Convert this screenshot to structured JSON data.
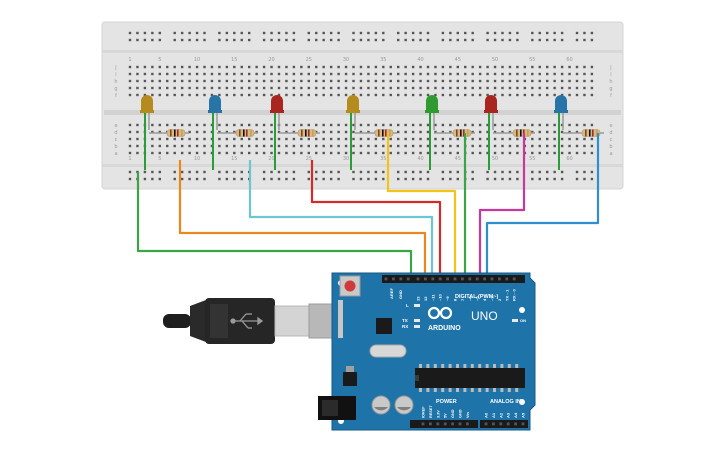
{
  "breadboard": {
    "column_numbers": [
      "1",
      "5",
      "10",
      "15",
      "20",
      "25",
      "30",
      "35",
      "40",
      "45",
      "50",
      "55",
      "60"
    ],
    "row_letters_top": [
      "j",
      "i",
      "h",
      "g",
      "f"
    ],
    "row_letters_bottom": [
      "e",
      "d",
      "c",
      "b",
      "a"
    ]
  },
  "leds": [
    {
      "color_name": "yellow",
      "body": "#b58a1f",
      "lead": "#2a9c3a"
    },
    {
      "color_name": "blue",
      "body": "#2874a6",
      "lead": "#2a9c3a"
    },
    {
      "color_name": "red",
      "body": "#a8261f",
      "lead": "#2a9c3a"
    },
    {
      "color_name": "yellow",
      "body": "#b58a1f",
      "lead": "#2a9c3a"
    },
    {
      "color_name": "green",
      "body": "#2e9a2f",
      "lead": "#2a9c3a"
    },
    {
      "color_name": "red",
      "body": "#a8261f",
      "lead": "#2a9c3a"
    },
    {
      "color_name": "blue",
      "body": "#2874a6",
      "lead": "#2a9c3a"
    }
  ],
  "wires": [
    {
      "name": "ground",
      "color": "#3aa446"
    },
    {
      "name": "orange",
      "color": "#e8891f"
    },
    {
      "name": "cyan",
      "color": "#6bc7cf"
    },
    {
      "name": "red",
      "color": "#d42a2a"
    },
    {
      "name": "yellow",
      "color": "#f2c318"
    },
    {
      "name": "green",
      "color": "#3aa446"
    },
    {
      "name": "magenta",
      "color": "#c33a9a"
    },
    {
      "name": "blue",
      "color": "#2d8fd0"
    }
  ],
  "arduino": {
    "board_color": "#1e73a8",
    "logo_text": "ARDUINO",
    "model_text": "UNO",
    "digital_label": "DIGITAL (PWM~)",
    "power_label": "POWER",
    "analog_label": "ANALOG IN",
    "on_label": "ON",
    "tx_label": "TX",
    "rx_label": "RX",
    "l_label": "L",
    "aref_label": "AREF",
    "gnd_label": "GND",
    "digital_pins": [
      "13",
      "12",
      "~11",
      "~10",
      "~9",
      "8",
      "7",
      "~6",
      "~5",
      "4",
      "~3",
      "2",
      "TX→1",
      "RX←0"
    ],
    "power_pins": [
      "IOREF",
      "RESET",
      "3.3V",
      "5V",
      "GND",
      "GND",
      "Vin"
    ],
    "analog_pins": [
      "A0",
      "A1",
      "A2",
      "A3",
      "A4",
      "A5"
    ]
  }
}
